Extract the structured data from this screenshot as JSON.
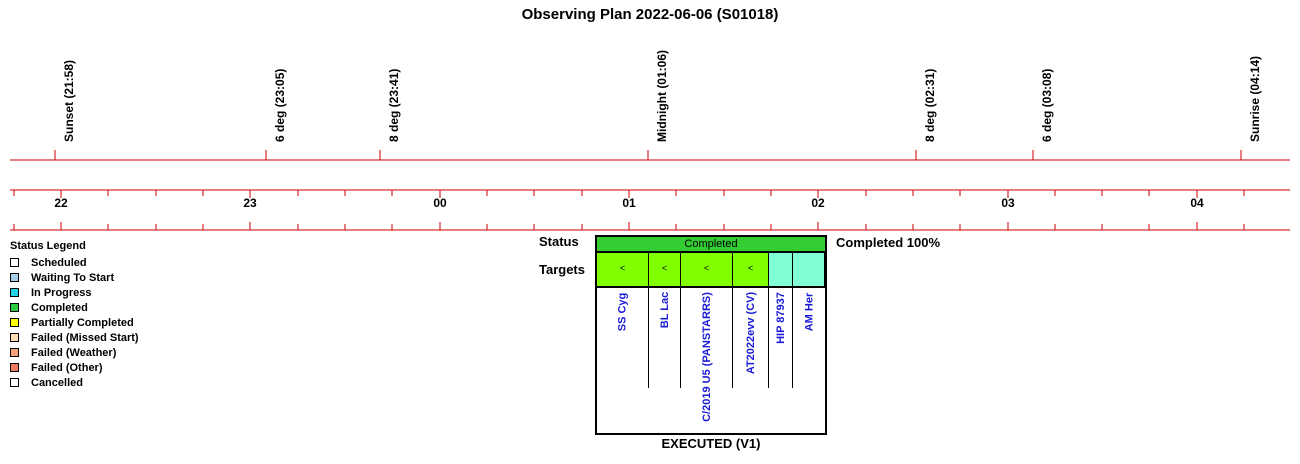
{
  "title": "Observing Plan 2022-06-06 (S01018)",
  "events": [
    {
      "label": "Sunset (21:58)",
      "hours": 21.967
    },
    {
      "label": "6 deg (23:05)",
      "hours": 23.083
    },
    {
      "label": "8 deg (23:41)",
      "hours": 23.683
    },
    {
      "label": "Midnight (01:06)",
      "hours": 25.1
    },
    {
      "label": "8 deg (02:31)",
      "hours": 26.517
    },
    {
      "label": "6 deg (03:08)",
      "hours": 27.133
    },
    {
      "label": "Sunrise (04:14)",
      "hours": 28.233
    }
  ],
  "hours": [
    "22",
    "23",
    "00",
    "01",
    "02",
    "03",
    "04"
  ],
  "legend": {
    "title": "Status Legend",
    "items": [
      {
        "label": "Scheduled",
        "color": "#ffffff"
      },
      {
        "label": "Waiting To Start",
        "color": "#a8d0e6"
      },
      {
        "label": "In Progress",
        "color": "#22d3e6"
      },
      {
        "label": "Completed",
        "color": "#2ecc40"
      },
      {
        "label": "Partially Completed",
        "color": "#ffff00"
      },
      {
        "label": "Failed (Missed Start)",
        "color": "#ffdcb4"
      },
      {
        "label": "Failed (Weather)",
        "color": "#f5a078"
      },
      {
        "label": "Failed (Other)",
        "color": "#f07860"
      },
      {
        "label": "Cancelled",
        "color": "#ffffff"
      }
    ]
  },
  "block": {
    "status_label": "Status",
    "targets_label": "Targets",
    "status_text": "Completed",
    "status_color": "#33cc33",
    "completion_text": "Completed 100%",
    "caption": "EXECUTED (V1)",
    "targets": [
      {
        "name": "SS Cyg",
        "mark": "<",
        "color": "#80ff00"
      },
      {
        "name": "BL Lac",
        "mark": "<",
        "color": "#80ff00"
      },
      {
        "name": "C/2019 U5 (PANSTARRS)",
        "mark": "<",
        "color": "#80ff00"
      },
      {
        "name": "AT2022evv (CV)",
        "mark": "<",
        "color": "#80ff00"
      },
      {
        "name": "HIP 87937",
        "mark": "",
        "color": "#80ffd4"
      },
      {
        "name": "AM Her",
        "mark": "",
        "color": "#80ffd4"
      }
    ]
  },
  "colors": {
    "axis_line": "#cc0000"
  }
}
